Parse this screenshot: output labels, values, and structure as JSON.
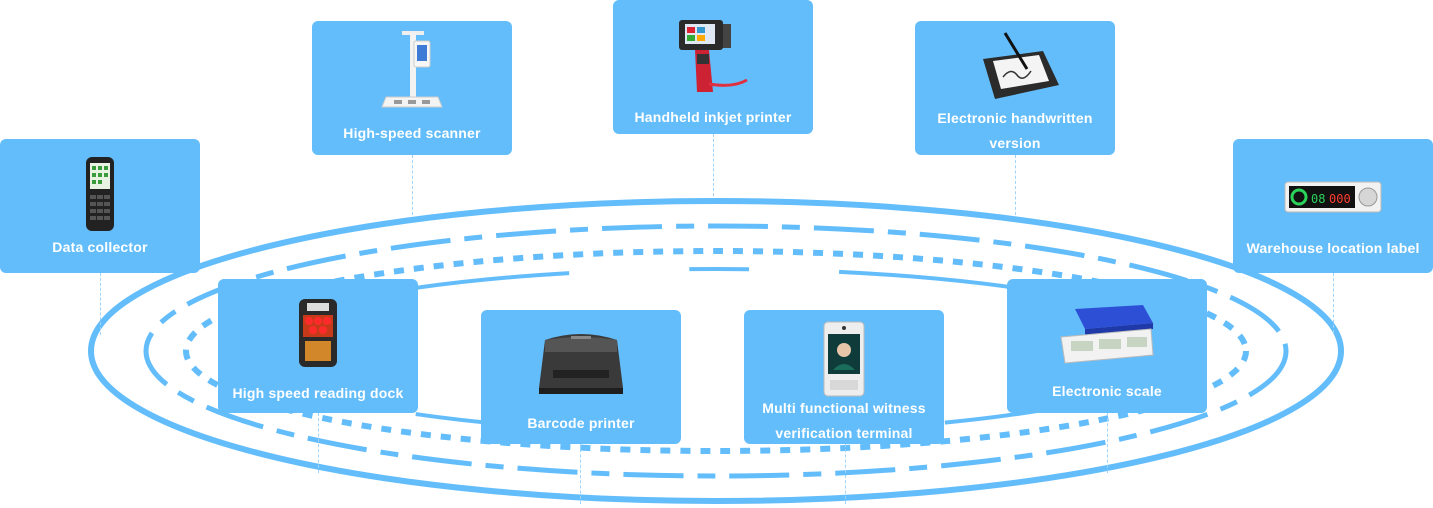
{
  "colors": {
    "card": "#64bdfb",
    "ring": "#64bdfb",
    "text": "#ffffff"
  },
  "devices": [
    {
      "key": "data-collector",
      "label": "Data collector",
      "icon": "handheld-terminal-icon"
    },
    {
      "key": "high-speed-scanner",
      "label": "High-speed scanner",
      "icon": "document-scanner-icon"
    },
    {
      "key": "handheld-inkjet-printer",
      "label": "Handheld inkjet printer",
      "icon": "inkjet-printer-icon"
    },
    {
      "key": "electronic-handwritten-version",
      "label": "Electronic handwritten version",
      "icon": "signature-pad-icon"
    },
    {
      "key": "warehouse-location-label",
      "label": "Warehouse location label",
      "icon": "electronic-label-icon"
    },
    {
      "key": "high-speed-reading-dock",
      "label": "High speed reading dock",
      "icon": "reading-dock-icon"
    },
    {
      "key": "barcode-printer",
      "label": "Barcode printer",
      "icon": "barcode-printer-icon"
    },
    {
      "key": "witness-verification-terminal",
      "label": "Multi functional witness verification terminal",
      "icon": "face-verification-terminal-icon"
    },
    {
      "key": "electronic-scale",
      "label": "Electronic scale",
      "icon": "weighing-scale-icon"
    }
  ]
}
